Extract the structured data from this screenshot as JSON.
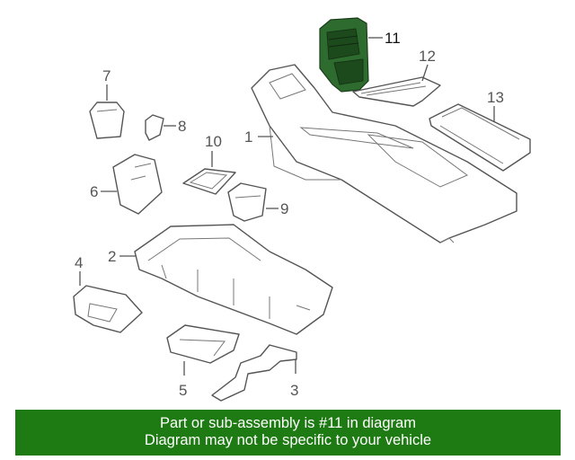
{
  "callouts": {
    "c1": "1",
    "c2": "2",
    "c3": "3",
    "c4": "4",
    "c5": "5",
    "c6": "6",
    "c7": "7",
    "c8": "8",
    "c9": "9",
    "c10": "10",
    "c11": "11",
    "c12": "12",
    "c13": "13"
  },
  "highlighted_part": "11",
  "colors": {
    "highlight": "#2e6b2e",
    "banner": "#1e7a12"
  },
  "banner": {
    "line1": "Part or sub-assembly is #11 in diagram",
    "line2": "Diagram may not be specific to your vehicle"
  }
}
